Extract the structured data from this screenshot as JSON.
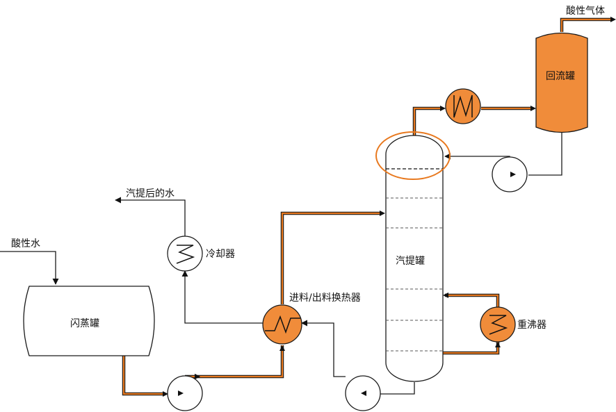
{
  "labels": {
    "acidic_water": "酸性水",
    "flash_tank": "闪蒸罐",
    "stripped_water": "汽提后的水",
    "cooler": "冷却器",
    "feed_exchanger": "进料/出料换热器",
    "stripper": "汽提罐",
    "reboiler": "重沸器",
    "reflux_drum": "回流罐",
    "acid_gas": "酸性气体"
  },
  "colors": {
    "accent": "#f08c3a",
    "hot_pipe": "#e8791f",
    "line": "#1a1a1a",
    "highlight_ring": "#e8791f"
  }
}
